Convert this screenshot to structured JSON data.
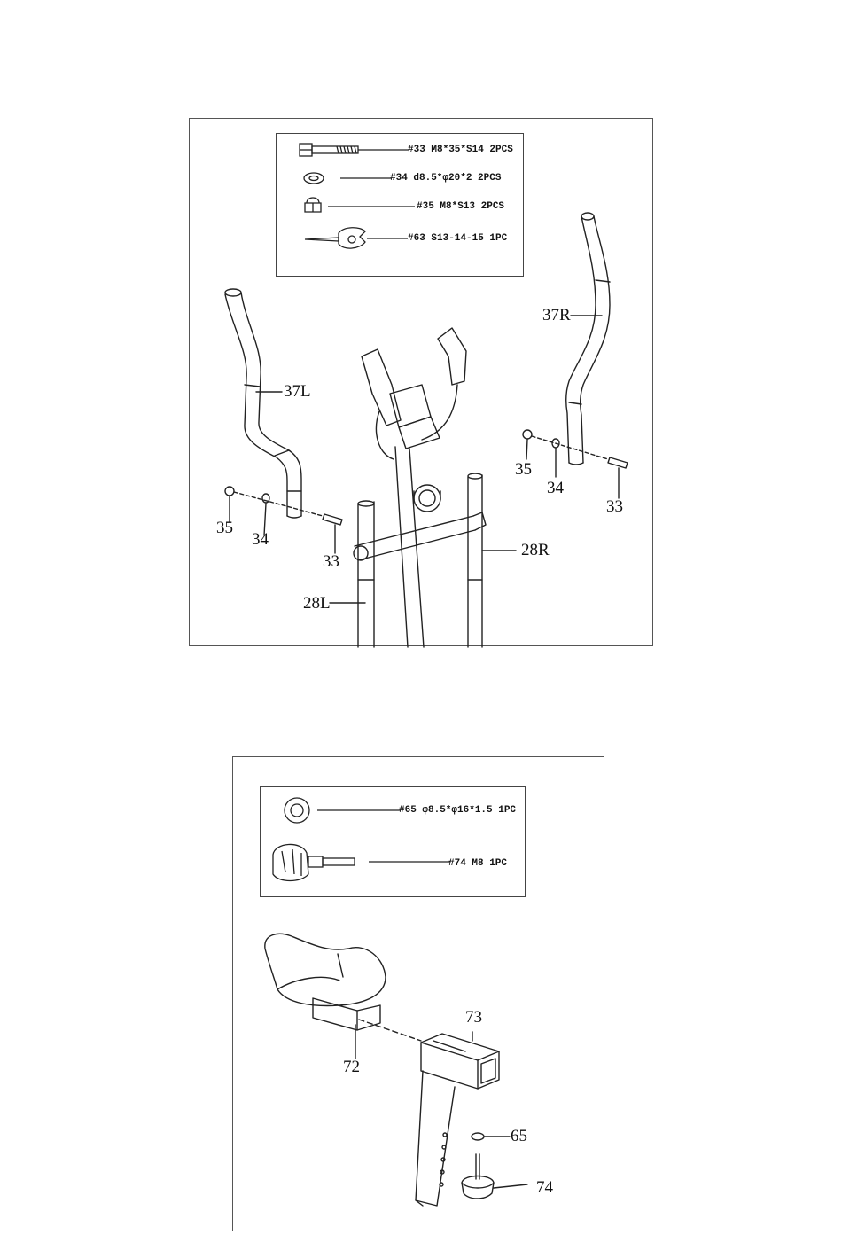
{
  "panel1": {
    "legend": [
      {
        "id": "33",
        "text": "#33 M8*35*S14 2PCS",
        "icon": "bolt-icon"
      },
      {
        "id": "34",
        "text": "#34 d8.5*φ20*2  2PCS",
        "icon": "washer-icon"
      },
      {
        "id": "35",
        "text": "#35 M8*S13 2PCS",
        "icon": "cap-nut-icon"
      },
      {
        "id": "63",
        "text": "#63 S13-14-15 1PC",
        "icon": "multi-wrench-icon"
      }
    ],
    "callouts": {
      "handle_right": "37R",
      "handle_left": "37L",
      "nut_left": "35",
      "washer_left": "34",
      "bolt_left": "33",
      "nut_right": "35",
      "washer_right": "34",
      "bolt_right": "33",
      "arm_right": "28R",
      "arm_left": "28L"
    }
  },
  "panel2": {
    "legend": [
      {
        "id": "65",
        "text": "#65 φ8.5*φ16*1.5 1PC",
        "icon": "washer-icon"
      },
      {
        "id": "74",
        "text": "#74 M8 1PC",
        "icon": "knob-icon"
      }
    ],
    "callouts": {
      "seat_post": "72",
      "seat_slider": "73",
      "washer": "65",
      "knob": "74"
    }
  }
}
